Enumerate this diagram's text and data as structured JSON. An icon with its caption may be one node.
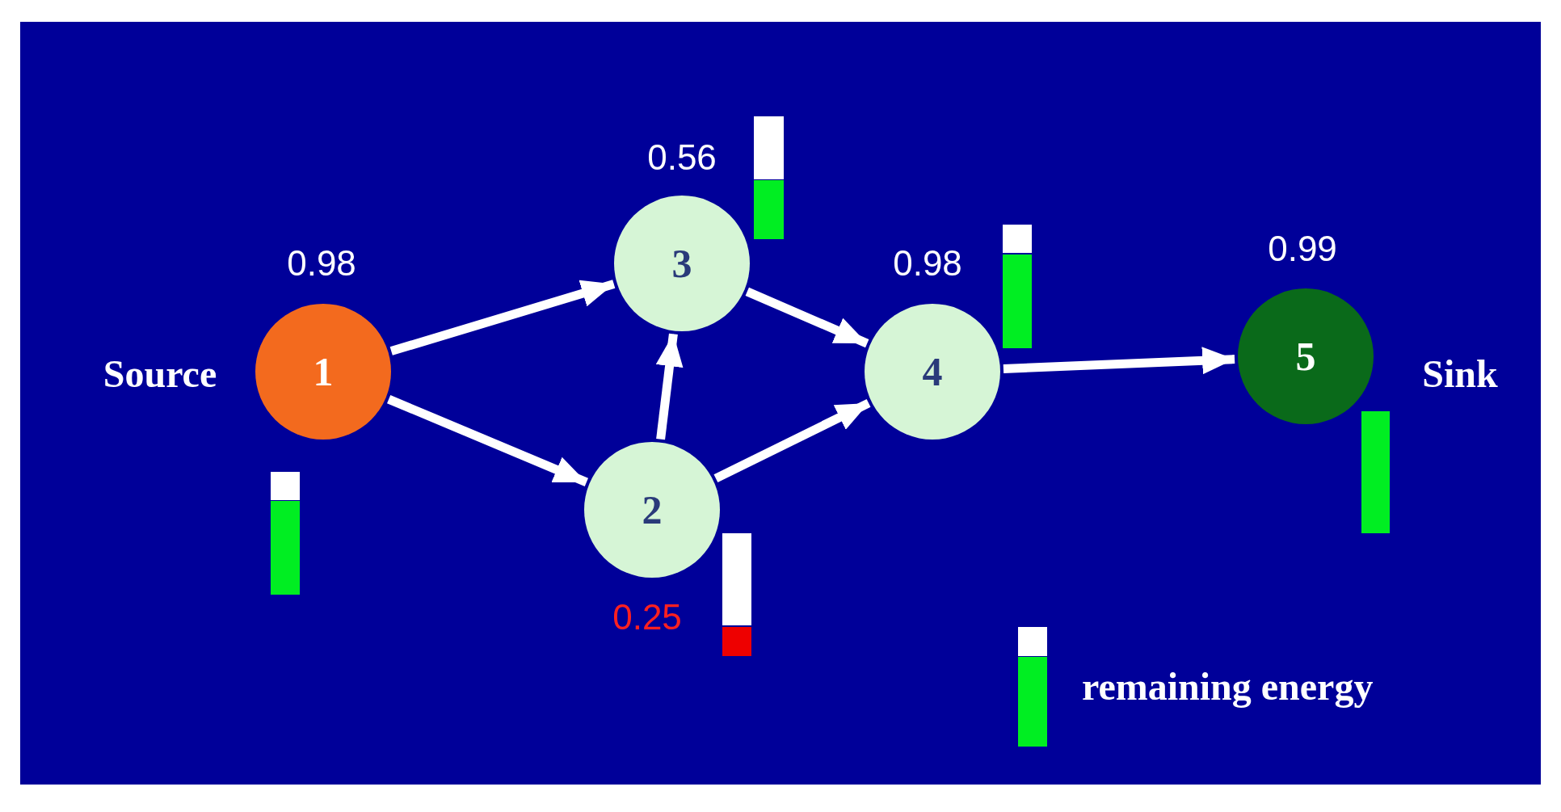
{
  "diagram": {
    "nodes": [
      {
        "text": [
          "1"
        ],
        "beside": [
          "0.98",
          "Source"
        ]
      },
      {
        "text": [
          "2"
        ],
        "beside": [
          "0.25"
        ]
      },
      {
        "text": [
          "3"
        ],
        "beside": [
          "0.56"
        ]
      },
      {
        "text": [
          "4"
        ],
        "beside": [
          "0.98"
        ]
      },
      {
        "text": [
          "5"
        ],
        "beside": [
          "0.99",
          "Sink"
        ]
      },
      {
        "text": [],
        "shape": "bar"
      },
      {
        "text": [],
        "shape": "bar"
      },
      {
        "text": [],
        "shape": "bar"
      },
      {
        "text": [],
        "shape": "bar"
      },
      {
        "text": [],
        "shape": "bar"
      }
    ],
    "edges": [
      {
        "from": 0,
        "to": 2,
        "arrow": "to"
      },
      {
        "from": 0,
        "to": 1,
        "arrow": "to"
      },
      {
        "from": 1,
        "to": 2,
        "arrow": "to"
      },
      {
        "from": 2,
        "to": 3,
        "arrow": "to"
      },
      {
        "from": 1,
        "to": 3,
        "arrow": "to"
      },
      {
        "from": 3,
        "to": 4,
        "arrow": "to"
      }
    ],
    "legend": [
      {
        "text": "remaining energy",
        "color": "#00ee22"
      }
    ]
  }
}
